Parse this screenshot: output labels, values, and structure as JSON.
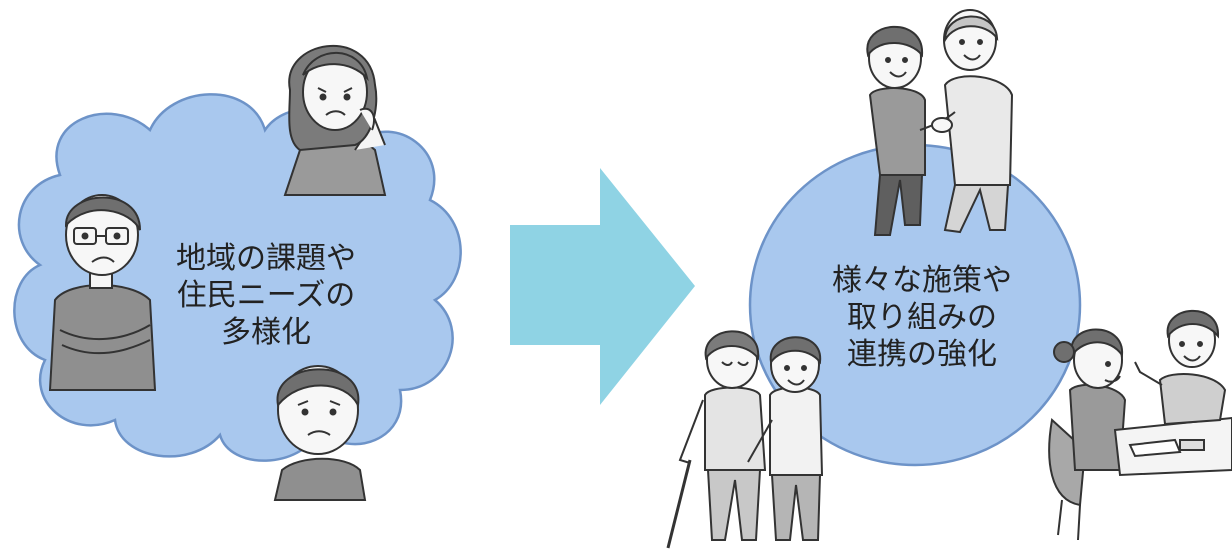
{
  "left_cloud": {
    "lines": [
      "地域の課題や",
      "住民ニーズの",
      "多様化"
    ]
  },
  "right_ellipse": {
    "lines": [
      "様々な施策や",
      "取り組みの",
      "連携の強化"
    ]
  },
  "colors": {
    "cloud_fill": "#a9c8ee",
    "cloud_stroke": "#6d93c8",
    "arrow_fill": "#8fd3e4",
    "line": "#333333",
    "shirt_gray": "#9a9a9a",
    "shirt_light": "#e9e9e9"
  },
  "icons": [
    "worried-man-icon",
    "worried-woman-icon",
    "worried-boy-icon",
    "handshake-couple-icon",
    "walking-guide-pair-icon",
    "consultation-desk-icon"
  ]
}
